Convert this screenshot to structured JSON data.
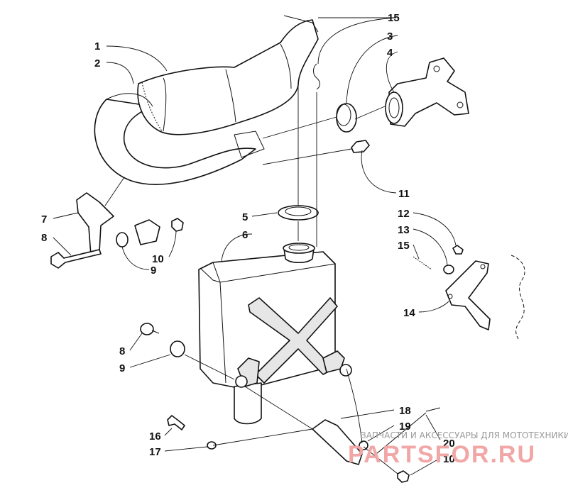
{
  "callouts": [
    {
      "id": "1",
      "label": "1"
    },
    {
      "id": "2",
      "label": "2"
    },
    {
      "id": "3",
      "label": "3"
    },
    {
      "id": "4",
      "label": "4"
    },
    {
      "id": "5",
      "label": "5"
    },
    {
      "id": "6",
      "label": "6"
    },
    {
      "id": "7",
      "label": "7"
    },
    {
      "id": "8a",
      "label": "8"
    },
    {
      "id": "8b",
      "label": "8"
    },
    {
      "id": "9a",
      "label": "9"
    },
    {
      "id": "9b",
      "label": "9"
    },
    {
      "id": "10a",
      "label": "10"
    },
    {
      "id": "10b",
      "label": "10"
    },
    {
      "id": "11",
      "label": "11"
    },
    {
      "id": "12",
      "label": "12"
    },
    {
      "id": "13",
      "label": "13"
    },
    {
      "id": "14",
      "label": "14"
    },
    {
      "id": "15a",
      "label": "15"
    },
    {
      "id": "15b",
      "label": "15"
    },
    {
      "id": "16",
      "label": "16"
    },
    {
      "id": "17",
      "label": "17"
    },
    {
      "id": "18",
      "label": "18"
    },
    {
      "id": "19",
      "label": "19"
    },
    {
      "id": "20",
      "label": "20"
    }
  ],
  "watermark": {
    "tagline": "ЗАПЧАСТИ И АКСЕССУАРЫ ДЛЯ МОТОТЕХНИКИ",
    "brand": "PARTSFOR.RU"
  }
}
